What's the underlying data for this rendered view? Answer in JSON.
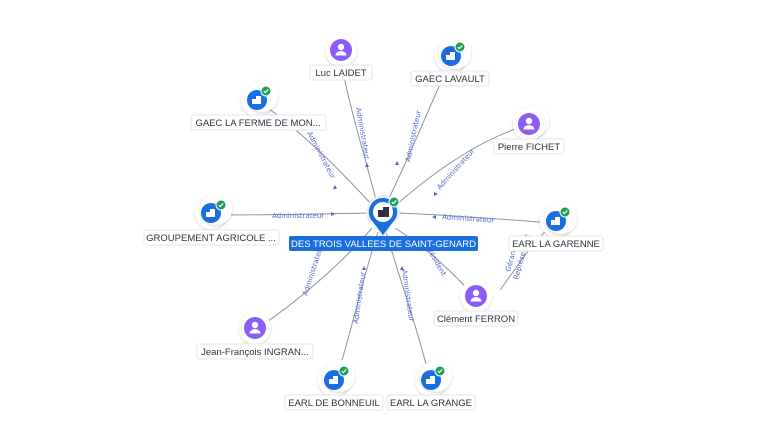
{
  "center": {
    "label": "DES TROIS VALLEES DE SAINT-GENARD",
    "icon": "building-icon",
    "color": "#1a6fe0"
  },
  "colors": {
    "company": "#1a6fe0",
    "person": "#8b5cf6",
    "check": "#1f9d55",
    "edge": "#8a93a6",
    "edge_label": "#5566cc"
  },
  "nodes": [
    {
      "id": "luc",
      "type": "person",
      "label": "Luc LAIDET",
      "edge_label": "Administrateur"
    },
    {
      "id": "gaec-lavault",
      "type": "company",
      "label": "GAEC LAVAULT",
      "edge_label": "Administrateur"
    },
    {
      "id": "gaec-ferme",
      "type": "company",
      "label": "GAEC LA FERME DE MON...",
      "edge_label": "Administrateur"
    },
    {
      "id": "pierre",
      "type": "person",
      "label": "Pierre FICHET",
      "edge_label": "Administrateur"
    },
    {
      "id": "groupement",
      "type": "company",
      "label": "GROUPEMENT AGRICOLE ...",
      "edge_label": "Administrateur"
    },
    {
      "id": "earl-garenne",
      "type": "company",
      "label": "EARL LA GARENNE",
      "edge_label": "Administrateur",
      "edge_label_2": "Gérant",
      "edge_label_3": "Représentant"
    },
    {
      "id": "clement",
      "type": "person",
      "label": "Clément FERRON",
      "edge_label": "Président"
    },
    {
      "id": "jeanfrancois",
      "type": "person",
      "label": "Jean-François INGRAN...",
      "edge_label": "Administrateur"
    },
    {
      "id": "earl-bonneuil",
      "type": "company",
      "label": "EARL DE BONNEUIL",
      "edge_label": "Administrateur"
    },
    {
      "id": "earl-grange",
      "type": "company",
      "label": "EARL LA GRANGE",
      "edge_label": "Administrateur"
    }
  ]
}
